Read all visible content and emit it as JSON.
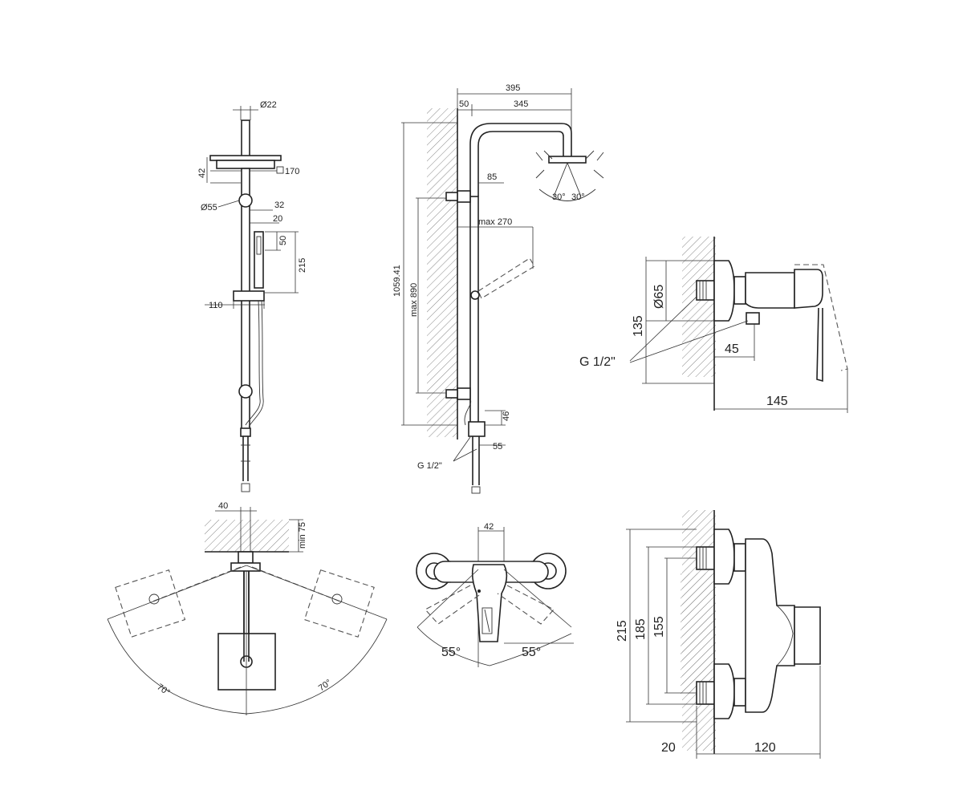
{
  "column": {
    "d_top": "Ø22",
    "d_head_square": "170",
    "head_height": "42",
    "d_bracket": "Ø55",
    "w_32": "32",
    "w_20": "20",
    "h_50": "50",
    "h_215": "215",
    "w_110": "110"
  },
  "side": {
    "w_395": "395",
    "w_50": "50",
    "w_345": "345",
    "h_85": "85",
    "max_270": "max 270",
    "total_h": "1059.41",
    "max_890": "max 890",
    "h_46": "46",
    "w_55": "55",
    "thread": "G 1/2\"",
    "angle_a": "30°",
    "angle_b": "30°"
  },
  "mixer_side": {
    "d_65": "Ø65",
    "h_135": "135",
    "thread": "G 1/2\"",
    "w_45": "45",
    "w_145": "145"
  },
  "top_view": {
    "w_40": "40",
    "min_75": "min 75",
    "angle_left": "70°",
    "angle_right": "70°"
  },
  "mixer_front": {
    "w_42": "42",
    "angle_left": "55°",
    "angle_right": "55°"
  },
  "mixer_end": {
    "h_215": "215",
    "h_185": "185",
    "h_155": "155",
    "w_20": "20",
    "w_120": "120"
  }
}
